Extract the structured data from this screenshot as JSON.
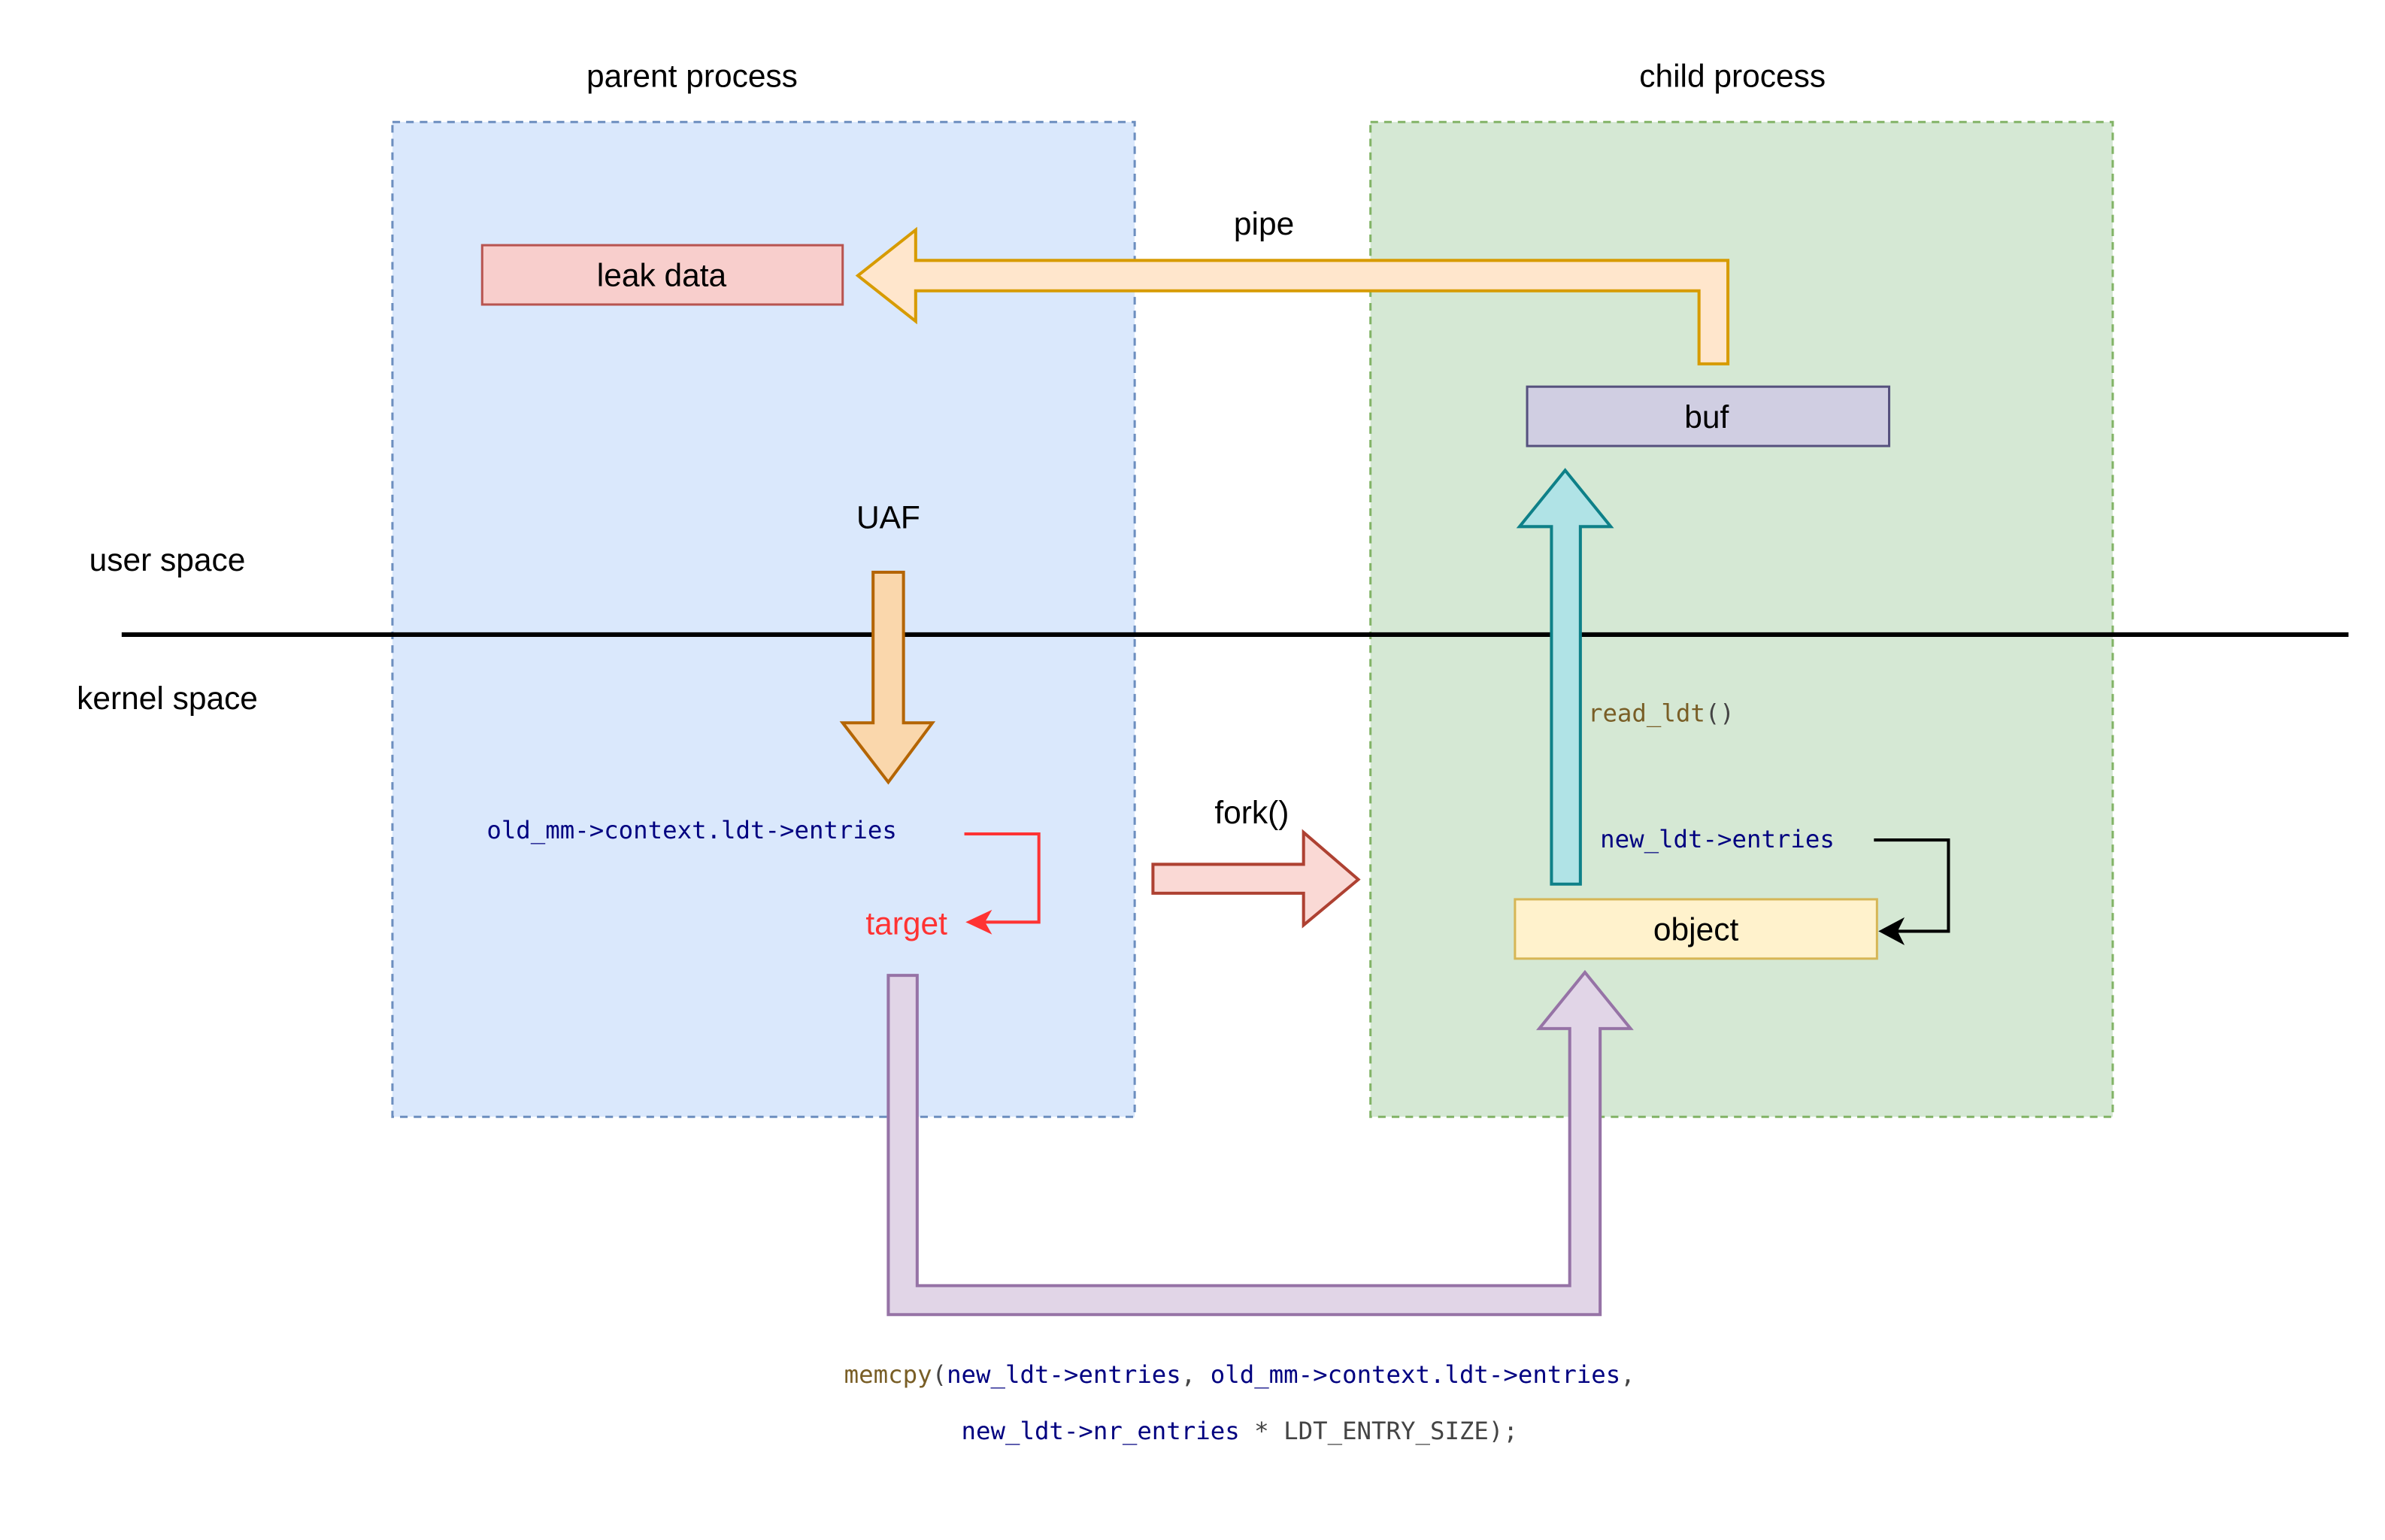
{
  "regions": {
    "parent_title": "parent process",
    "child_title": "child process",
    "user_space": "user space",
    "kernel_space": "kernel space"
  },
  "nodes": {
    "leak_data": "leak data",
    "buf": "buf",
    "object": "object",
    "target": "target"
  },
  "arrows": {
    "pipe": "pipe",
    "uaf": "UAF",
    "fork": "fork()",
    "read_ldt_fn": "read_ldt",
    "read_ldt_parens": "()"
  },
  "code": {
    "old_entries": "old_mm->context.ldt->entries",
    "new_entries": "new_ldt->entries",
    "memcpy_fn": "memcpy",
    "memcpy_open": "(",
    "memcpy_arg1": "new_ldt->entries",
    "memcpy_sep1": ", ",
    "memcpy_arg2": "old_mm->context.ldt->entries",
    "memcpy_sep2": ",",
    "memcpy_arg3": "new_ldt->nr_entries",
    "memcpy_op": " * LDT_ENTRY_SIZE);"
  },
  "colors": {
    "parent_fill": "#dae8fc",
    "parent_stroke": "#6c8ebf",
    "child_fill": "#d5e8d4",
    "child_stroke": "#82b366",
    "leak_fill": "#f8cecc",
    "leak_stroke": "#b85450",
    "buf_fill": "#d0cee2",
    "buf_stroke": "#56517e",
    "object_fill": "#fff2cc",
    "object_stroke": "#d6b656",
    "pipe_fill": "#ffe6cc",
    "pipe_stroke": "#d79b00",
    "uaf_fill": "#fad7ac",
    "uaf_stroke": "#b46504",
    "read_fill": "#b0e3e6",
    "read_stroke": "#0e8088",
    "fork_fill": "#fad9d5",
    "fork_stroke": "#ae4132",
    "memcpy_fill": "#e1d5e7",
    "memcpy_stroke": "#9673a6",
    "target_red": "#ff3333",
    "code_blue": "#000080",
    "code_brown": "#795e26"
  }
}
